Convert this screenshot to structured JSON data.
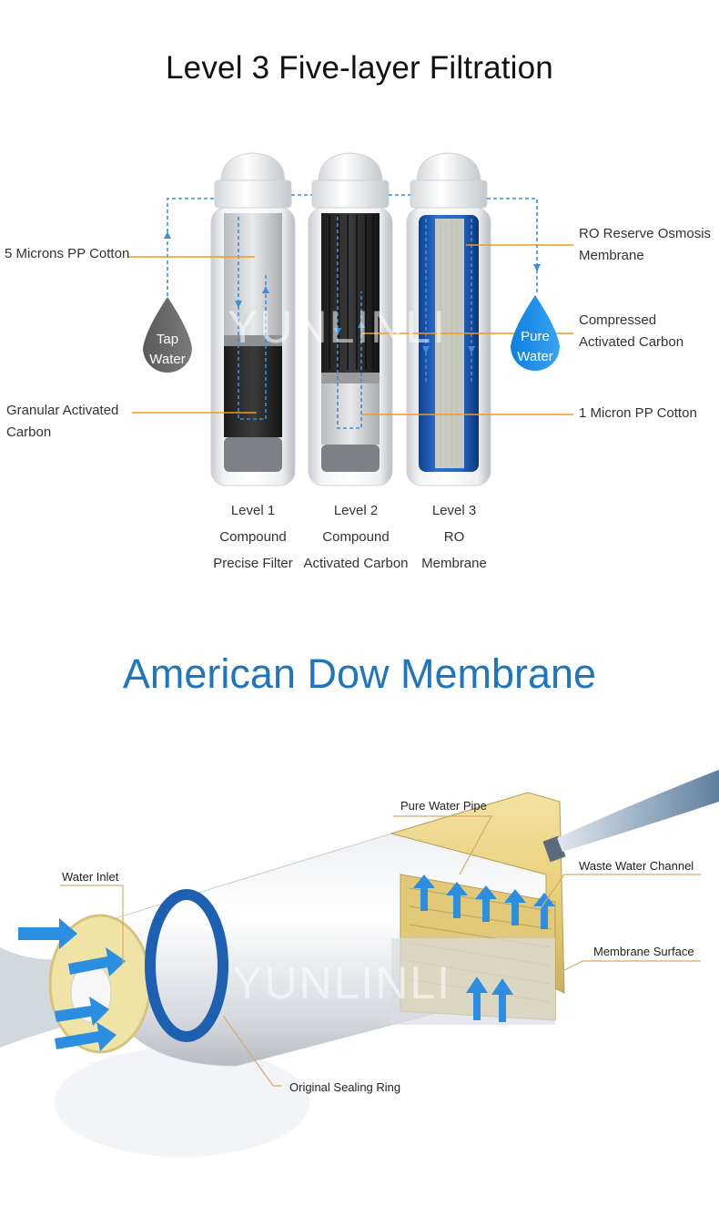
{
  "section1": {
    "title": "Level 3 Five-layer Filtration",
    "left_labels": {
      "pp_cotton": "5 Microns PP Cotton",
      "granular_line1": "Granular Activated",
      "granular_line2": "Carbon"
    },
    "right_labels": {
      "ro_line1": "RO Reserve Osmosis",
      "ro_line2": "Membrane",
      "compressed_line1": "Compressed",
      "compressed_line2": "Activated Carbon",
      "micron1": "1 Micron PP Cotton"
    },
    "drops": {
      "tap_line1": "Tap",
      "tap_line2": "Water",
      "pure_line1": "Pure",
      "pure_line2": "Water"
    },
    "levels": [
      {
        "l1": "Level 1",
        "l2": "Compound",
        "l3": "Precise Filter"
      },
      {
        "l1": "Level 2",
        "l2": "Compound",
        "l3": "Activated Carbon"
      },
      {
        "l1": "Level 3",
        "l2": "RO",
        "l3": "Membrane"
      }
    ],
    "watermark": "YUNLINLI",
    "colors": {
      "leader": "#f39a1e",
      "flow": "#3a8fd8",
      "tap_drop": "#6b6b6b",
      "pure_drop": "#1a8be8"
    }
  },
  "section2": {
    "title": "American Dow Membrane",
    "labels": {
      "inlet": "Water Inlet",
      "pure_pipe": "Pure Water Pipe",
      "waste": "Waste Water Channel",
      "membrane_surface": "Membrane Surface",
      "sealing_ring": "Original Sealing Ring"
    },
    "watermark": "YUNLINLI",
    "colors": {
      "title": "#1f76bd",
      "ring": "#1d5fb0",
      "arrow": "#2b8ee0",
      "leader": "#d9a96a"
    }
  }
}
